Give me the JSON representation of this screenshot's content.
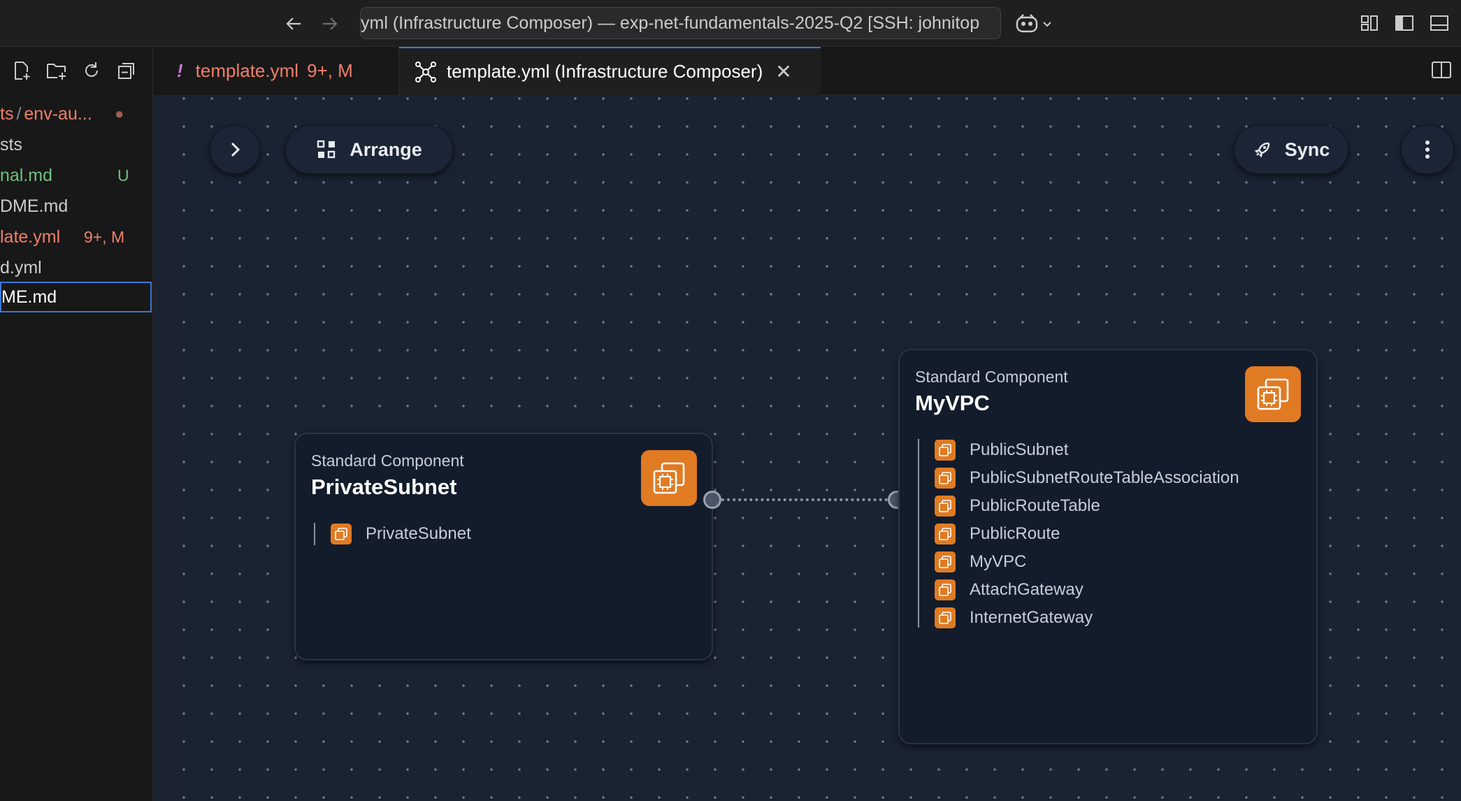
{
  "titlebar": {
    "command_center_text": "yml (Infrastructure Composer) — exp-net-fundamentals-2025-Q2 [SSH: johnitop",
    "back_icon": "arrow-left-icon",
    "forward_icon": "arrow-right-icon"
  },
  "sidebar": {
    "toolbar_icons": [
      "new-file-icon",
      "new-folder-icon",
      "refresh-icon",
      "collapse-all-icon"
    ],
    "files": [
      {
        "name": "ts",
        "sep": "/",
        "name2": "env-au...",
        "badge": "●",
        "color": "#f07f6b"
      },
      {
        "name": "sts",
        "badge": "",
        "color": "#cccccc"
      },
      {
        "name": "nal.md",
        "badge": "U",
        "color": "#6fc27a"
      },
      {
        "name": "DME.md",
        "badge": "",
        "color": "#cccccc"
      },
      {
        "name": "late.yml",
        "badge": "9+, M",
        "color": "#f07f6b"
      },
      {
        "name": "d.yml",
        "badge": "",
        "color": "#cccccc"
      },
      {
        "name": "ME.md",
        "badge": "",
        "color": "#cccccc"
      }
    ]
  },
  "tabs": [
    {
      "bang": "!",
      "label": "template.yml",
      "status": "9+, M"
    },
    {
      "label": "template.yml (Infrastructure Composer)",
      "close": "✕"
    }
  ],
  "canvas": {
    "arrange_label": "Arrange",
    "sync_label": "Sync",
    "nodes": {
      "private": {
        "subtitle": "Standard Component",
        "title": "PrivateSubnet",
        "resources": [
          "PrivateSubnet"
        ]
      },
      "vpc": {
        "subtitle": "Standard Component",
        "title": "MyVPC",
        "resources": [
          "PublicSubnet",
          "PublicSubnetRouteTableAssociation",
          "PublicRouteTable",
          "PublicRoute",
          "MyVPC",
          "AttachGateway",
          "InternetGateway"
        ]
      }
    }
  },
  "colors": {
    "accent": "#3b78d8",
    "component_orange": "#e07b24",
    "canvas_bg": "#1a2332"
  }
}
